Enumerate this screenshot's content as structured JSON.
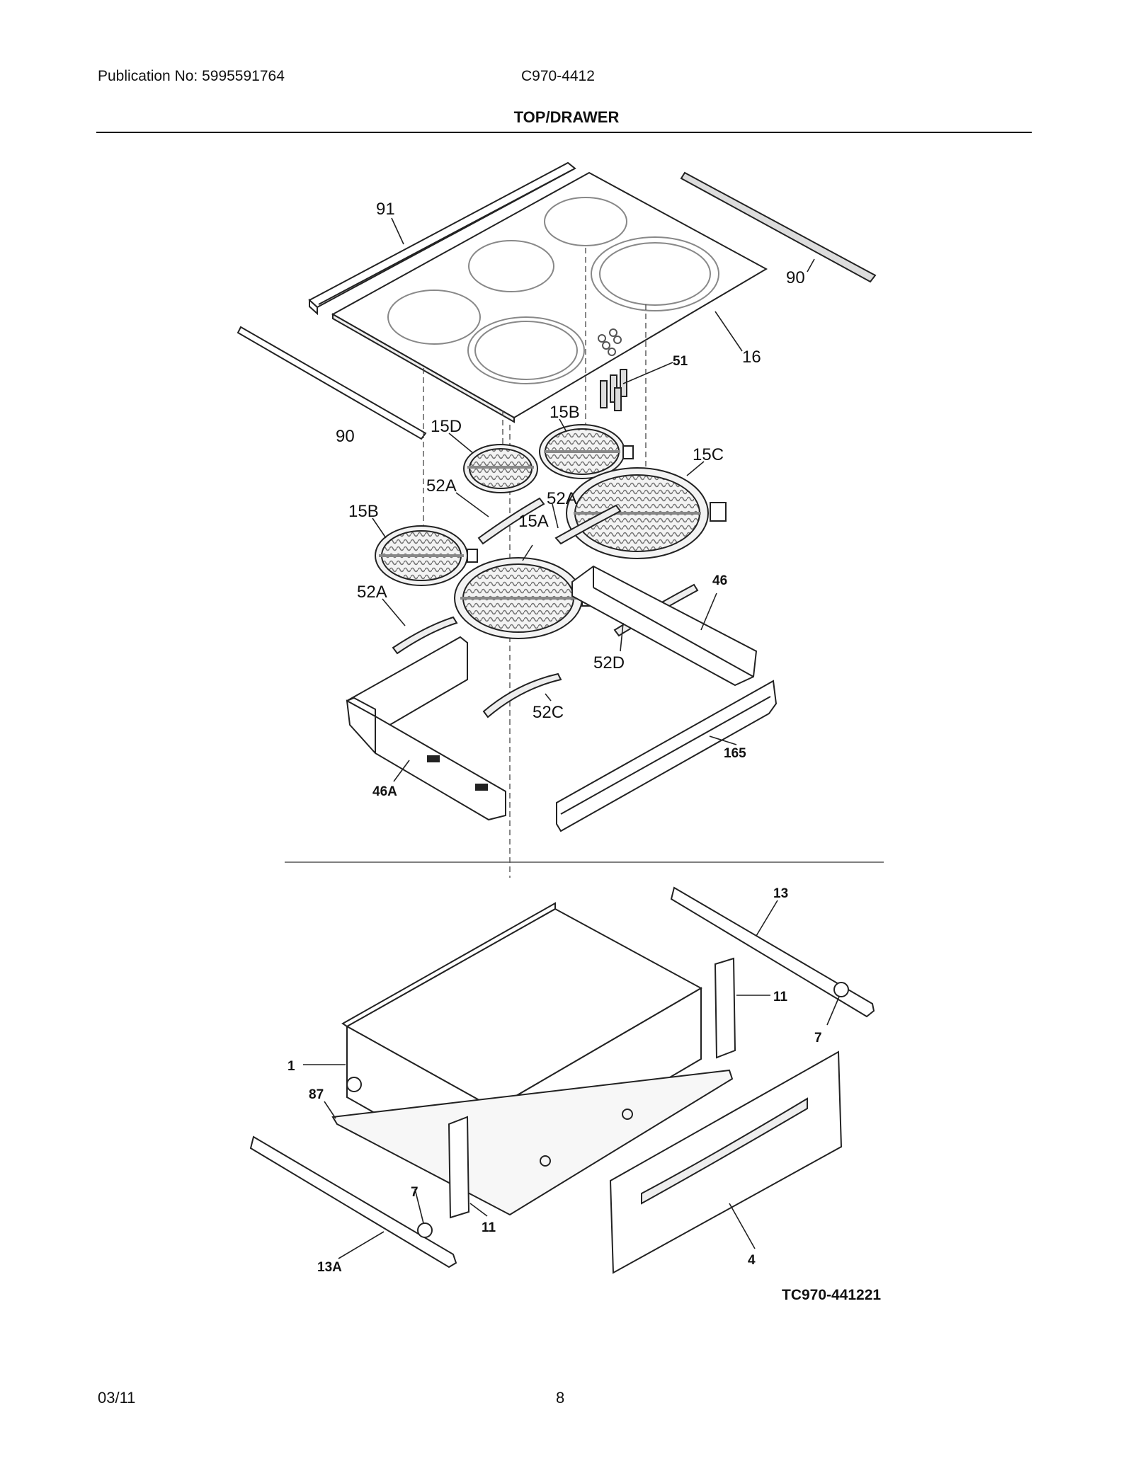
{
  "header": {
    "publication": "Publication No: 5995591764",
    "model": "C970-4412",
    "section_title": "TOP/DRAWER"
  },
  "callouts": {
    "c91": "91",
    "c90a": "90",
    "c90b": "90",
    "c16": "16",
    "c51": "51",
    "c15b_top": "15B",
    "c15d": "15D",
    "c15c": "15C",
    "c52a_1": "52A",
    "c52a_2": "52A",
    "c15b_left": "15B",
    "c15a": "15A",
    "c52a_3": "52A",
    "c46": "46",
    "c52d": "52D",
    "c52c": "52C",
    "c165": "165",
    "c46a": "46A",
    "c13": "13",
    "c11a": "11",
    "c7a": "7",
    "c1": "1",
    "c87": "87",
    "c7b": "7",
    "c11b": "11",
    "c13a": "13A",
    "c4": "4"
  },
  "drawing_code": "TC970-441221",
  "footer": {
    "date": "03/11",
    "page": "8"
  }
}
